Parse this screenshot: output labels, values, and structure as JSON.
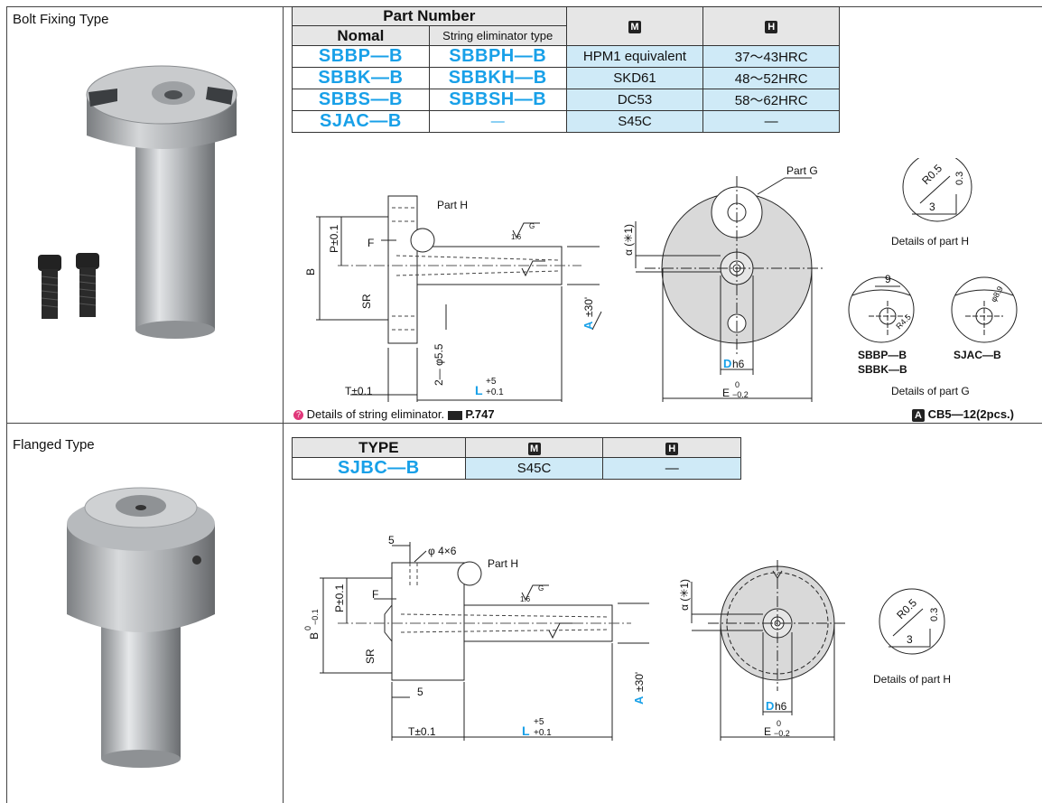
{
  "section1": {
    "label": "Bolt Fixing Type",
    "table": {
      "header_part_number": "Part Number",
      "header_normal": "Nomal",
      "header_string": "String eliminator type",
      "header_m_icon": "M",
      "header_h_icon": "H",
      "rows": [
        {
          "normal": "SBBP―B",
          "string": "SBBPH―B",
          "material": "HPM1 equivalent",
          "hardness": "37～43HRC"
        },
        {
          "normal": "SBBK―B",
          "string": "SBBKH―B",
          "material": "SKD61",
          "hardness": "48～52HRC"
        },
        {
          "normal": "SBBS―B",
          "string": "SBBSH―B",
          "material": "DC53",
          "hardness": "58～62HRC"
        },
        {
          "normal": "SJAC―B",
          "string": "―",
          "material": "S45C",
          "hardness": "―"
        }
      ]
    },
    "drawing": {
      "part_h": "Part H",
      "part_g": "Part G",
      "p": "P±0.1",
      "f": "F",
      "b": "B",
      "sr": "SR",
      "phi55": "2― φ5.5",
      "t": "T±0.1",
      "l": "L",
      "l_tol_up": "+5",
      "l_tol_down": "+0.1",
      "a": "A",
      "a_tol": "±30'",
      "alpha": "α (✳1)",
      "dh6_d": "D",
      "dh6_h": "h6",
      "e": "E",
      "e_tol_up": "0",
      "e_tol_down": "−0.2",
      "r05": "R0.5",
      "d03": "0.3",
      "d3": "3",
      "details_h": "Details of part H",
      "d9": "9",
      "r45": "R4.5",
      "phi89": "φ8.9",
      "sbbp": "SBBP―B",
      "sbbk": "SBBK―B",
      "sjac": "SJAC―B",
      "details_g": "Details of part G",
      "rough": "1.6",
      "rough_g": "G"
    },
    "footnote_text": "Details of string eliminator.",
    "footnote_ref": "P.747",
    "bolt_note_icon": "A",
    "bolt_note": "CB5―12(2pcs.)"
  },
  "section2": {
    "label": "Flanged Type",
    "table": {
      "header_type": "TYPE",
      "header_m_icon": "M",
      "header_h_icon": "H",
      "rows": [
        {
          "type": "SJBC―B",
          "material": "S45C",
          "hardness": "―"
        }
      ]
    },
    "drawing": {
      "d5_top": "5",
      "phi46": "φ 4×6",
      "part_h": "Part H",
      "p": "P±0.1",
      "f": "F",
      "b": "B",
      "b_tol_up": "0",
      "b_tol_down": "−0.1",
      "sr": "SR",
      "d5_bottom": "5",
      "t": "T±0.1",
      "l": "L",
      "l_tol_up": "+5",
      "l_tol_down": "+0.1",
      "a": "A",
      "a_tol": "±30'",
      "alpha": "α (✳1)",
      "dh6_d": "D",
      "dh6_h": "h6",
      "e": "E",
      "e_tol_up": "0",
      "e_tol_down": "−0.2",
      "r05": "R0.5",
      "d03": "0.3",
      "d3": "3",
      "details_h": "Details of part H",
      "rough": "1.6",
      "rough_g": "G"
    }
  },
  "colors": {
    "accent_blue": "#18a0e8",
    "light_blue": "#cfeaf7",
    "header_gray": "#e6e6e6"
  }
}
